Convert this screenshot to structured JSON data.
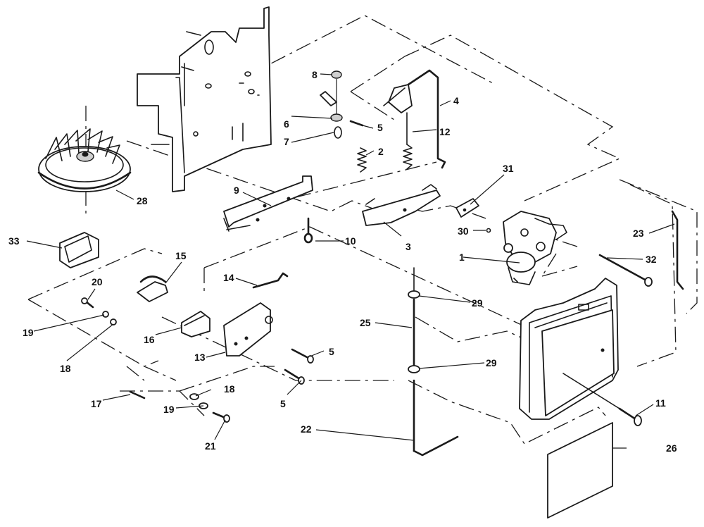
{
  "diagram": {
    "callouts": [
      {
        "id": "c1",
        "label": "1"
      },
      {
        "id": "c2",
        "label": "2"
      },
      {
        "id": "c3",
        "label": "3"
      },
      {
        "id": "c4",
        "label": "4"
      },
      {
        "id": "c5a",
        "label": "5"
      },
      {
        "id": "c5b",
        "label": "5"
      },
      {
        "id": "c5c",
        "label": "5"
      },
      {
        "id": "c6",
        "label": "6"
      },
      {
        "id": "c7",
        "label": "7"
      },
      {
        "id": "c8",
        "label": "8"
      },
      {
        "id": "c9",
        "label": "9"
      },
      {
        "id": "c10",
        "label": "10"
      },
      {
        "id": "c11",
        "label": "11"
      },
      {
        "id": "c12",
        "label": "12"
      },
      {
        "id": "c13",
        "label": "13"
      },
      {
        "id": "c14",
        "label": "14"
      },
      {
        "id": "c15",
        "label": "15"
      },
      {
        "id": "c16",
        "label": "16"
      },
      {
        "id": "c17",
        "label": "17"
      },
      {
        "id": "c18a",
        "label": "18"
      },
      {
        "id": "c18b",
        "label": "18"
      },
      {
        "id": "c19a",
        "label": "19"
      },
      {
        "id": "c19b",
        "label": "19"
      },
      {
        "id": "c20",
        "label": "20"
      },
      {
        "id": "c21",
        "label": "21"
      },
      {
        "id": "c22",
        "label": "22"
      },
      {
        "id": "c23",
        "label": "23"
      },
      {
        "id": "c25",
        "label": "25"
      },
      {
        "id": "c26",
        "label": "26"
      },
      {
        "id": "c28",
        "label": "28"
      },
      {
        "id": "c29a",
        "label": "29"
      },
      {
        "id": "c29b",
        "label": "29"
      },
      {
        "id": "c30",
        "label": "30"
      },
      {
        "id": "c31",
        "label": "31"
      },
      {
        "id": "c32",
        "label": "32"
      },
      {
        "id": "c33",
        "label": "33"
      }
    ]
  }
}
